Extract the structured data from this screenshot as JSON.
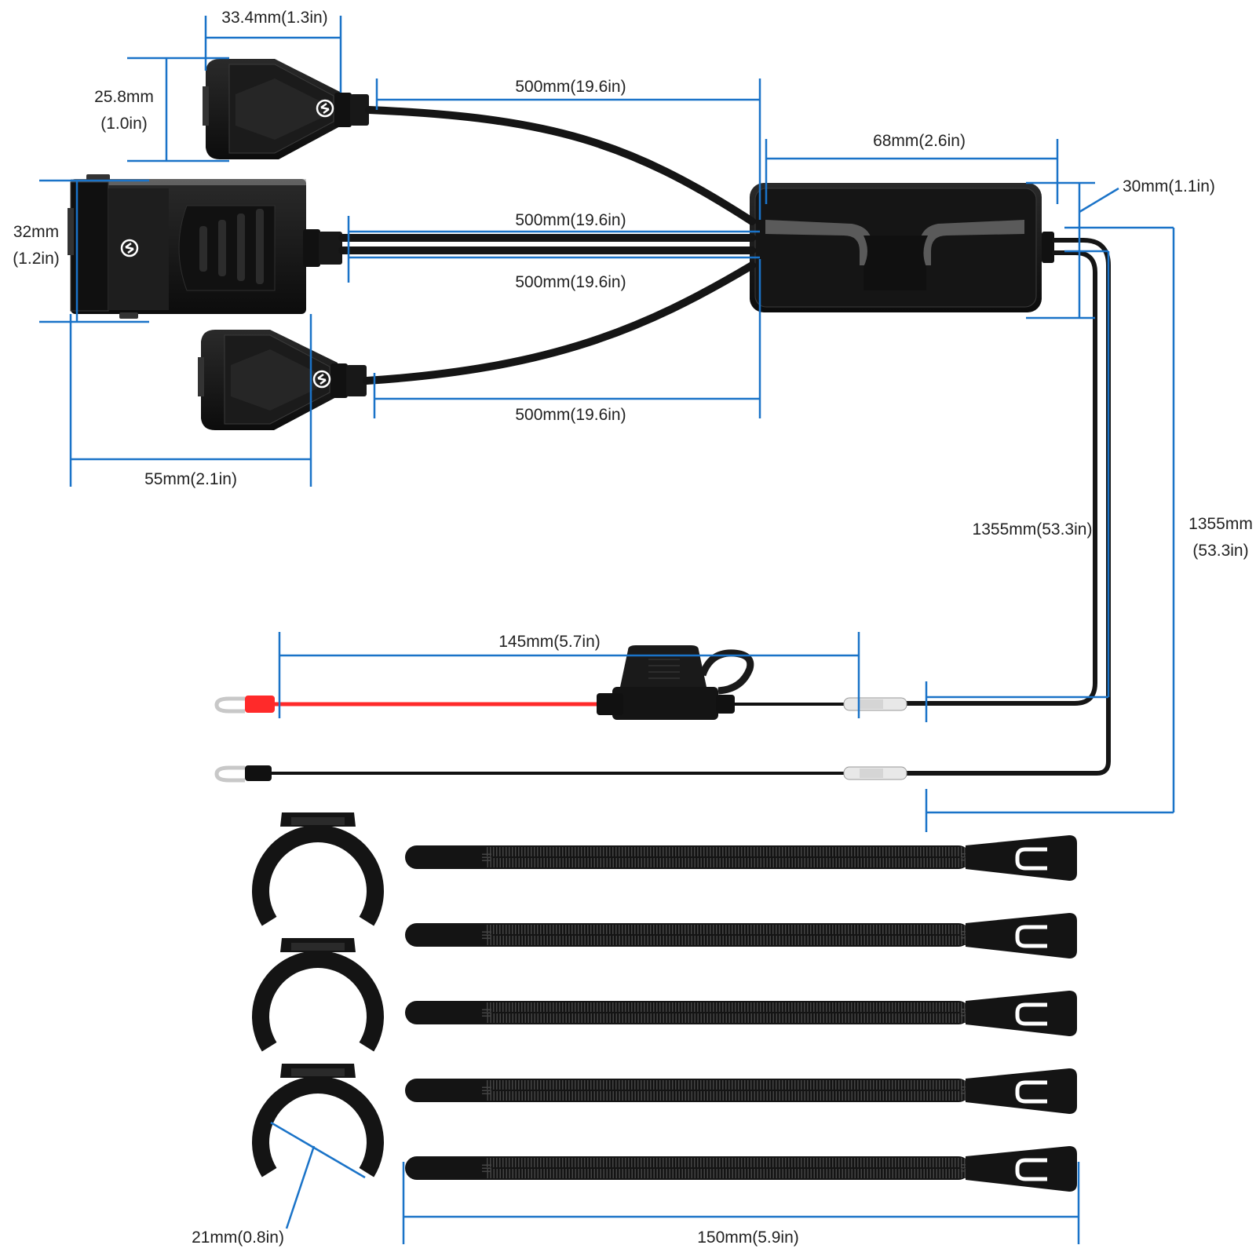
{
  "colors": {
    "dimension_line": "#1a73c8",
    "body": "#141414",
    "body_highlight": "#5a5a5a",
    "wire_red": "#ff2a2a",
    "label_text": "#222222"
  },
  "dimensions": {
    "small_port_width": "33.4mm(1.3in)",
    "small_port_height_mm": "25.8mm",
    "small_port_height_in": "(1.0in)",
    "cable_top": "500mm(19.6in)",
    "hub_width": "68mm(2.6in)",
    "hub_height": "30mm(1.1in)",
    "main_port_height_mm": "32mm",
    "main_port_height_in": "(1.2in)",
    "cable_mid_upper": "500mm(19.6in)",
    "cable_mid_lower": "500mm(19.6in)",
    "cable_bottom": "500mm(19.6in)",
    "main_port_width": "55mm(2.1in)",
    "power_lead_left": "1355mm(53.3in)",
    "power_lead_right_mm": "1355mm",
    "power_lead_right_in": "(53.3in)",
    "fuse_lead": "145mm(5.7in)",
    "clamp_diameter": "21mm(0.8in)",
    "cable_tie_length": "150mm(5.9in)"
  },
  "icons": {
    "brand_logo": "brand-logo-icon",
    "fuse_holder": "fuse-holder-icon",
    "ring_terminal": "fork-terminal-icon",
    "clamp": "handlebar-clamp-icon",
    "cable_tie": "cable-tie-icon"
  },
  "accessories": {
    "clamp_count": 3,
    "cable_tie_count": 5
  }
}
